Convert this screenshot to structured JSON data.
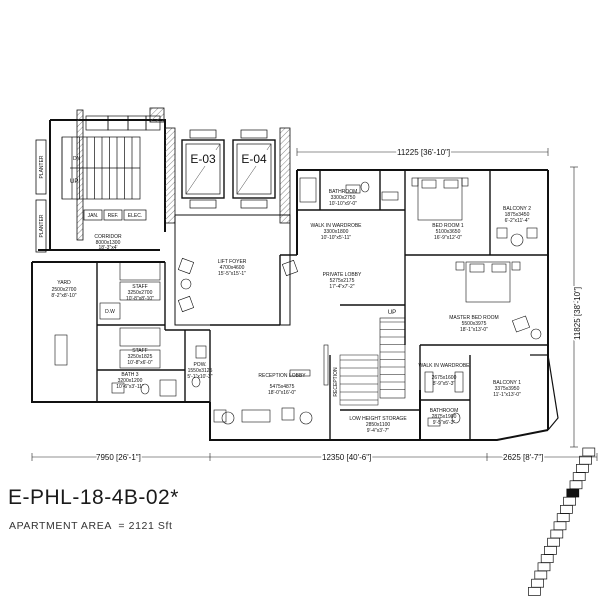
{
  "plan": {
    "unit_code": "E-PHL-18-4B-02*",
    "area_label": "APARTMENT AREA",
    "area_value": "= 2121 Sft",
    "lifts": [
      "E-03",
      "E-04"
    ],
    "dimensions": {
      "top_width": "11225 [36'-10\"]",
      "right_height": "11825 [38'-10\"]",
      "bottom_left": "7950 [26'-1\"]",
      "bottom_mid": "12350 [40'-6\"]",
      "bottom_right": "2625 [8'-7\"]"
    },
    "rooms": {
      "planter_top": "PLANTER",
      "planter_bottom": "PLANTER",
      "dn": "DN",
      "up_stair_left": "UP",
      "jan": "JAN.",
      "ref": "REF.",
      "elec": "ELEC.",
      "corridor": {
        "name": "CORRIDOR",
        "size": "8000x1300",
        "imperial": "18'-3\"x4'"
      },
      "yard": {
        "name": "YARD",
        "size": "2500x2700",
        "imperial": "8'-2\"x8'-10\""
      },
      "staff_1": {
        "name": "STAFF",
        "size": "3250x2700",
        "imperial": "10'-8\"x8'-10\""
      },
      "dw": "D.W",
      "staff_2": {
        "name": "STAFF",
        "size": "3250x1825",
        "imperial": "10'-8\"x6'-0\""
      },
      "bath_3": {
        "name": "BATH 3",
        "size": "3200x1200",
        "imperial": "10'-6\"x3'-11\""
      },
      "pow": {
        "name": "POW.",
        "size": "1550x3125",
        "imperial": "5'-1\"x10'-3\""
      },
      "lift_foyer": {
        "name": "LIFT FOYER",
        "size": "4700x4600",
        "imperial": "15'-5\"x15'-1\""
      },
      "reception_lobby": {
        "name": "RECEPTION LOBBY",
        "size": "5475x4875",
        "imperial": "18'-0\"x16'-0\""
      },
      "bathroom_1": {
        "name": "BATHROOM",
        "size": "3300x2750",
        "imperial": "10'-10\"x9'-0\""
      },
      "walk_in_1": {
        "name": "WALK IN WARDROBE",
        "size": "3300x1800",
        "imperial": "10'-10\"x5'-11\""
      },
      "bed_room_1": {
        "name": "BED ROOM 1",
        "size": "5100x3650",
        "imperial": "16'-9\"x12'-0\""
      },
      "balcony_2": {
        "name": "BALCONY 2",
        "size": "1875x3450",
        "imperial": "6'-2\"x11'-4\""
      },
      "private_lobby": {
        "name": "PRIVATE LOBBY",
        "size": "5275x2175",
        "imperial": "17'-4\"x7'-2\""
      },
      "master_bed": {
        "name": "MASTER BED ROOM",
        "size": "5500x3975",
        "imperial": "18'-1\"x13'-0\""
      },
      "up_stair_mid": "UP",
      "reception_side": "RECEPTION",
      "walk_in_2": {
        "name": "WALK IN WARDROBE",
        "size": "2675x1600",
        "imperial": "8'-9\"x5'-3\""
      },
      "bathroom_2": {
        "name": "BATHROOM",
        "size": "2875x1900",
        "imperial": "9'-5\"x6'-3\""
      },
      "low_height_storage": {
        "name": "LOW HEIGHT STORAGE",
        "size": "2850x1100",
        "imperial": "9'-4\"x3'-7\""
      },
      "balcony_1": {
        "name": "BALCONY 1",
        "size": "3375x3950",
        "imperial": "11'-1\"x13'-0\""
      }
    }
  }
}
